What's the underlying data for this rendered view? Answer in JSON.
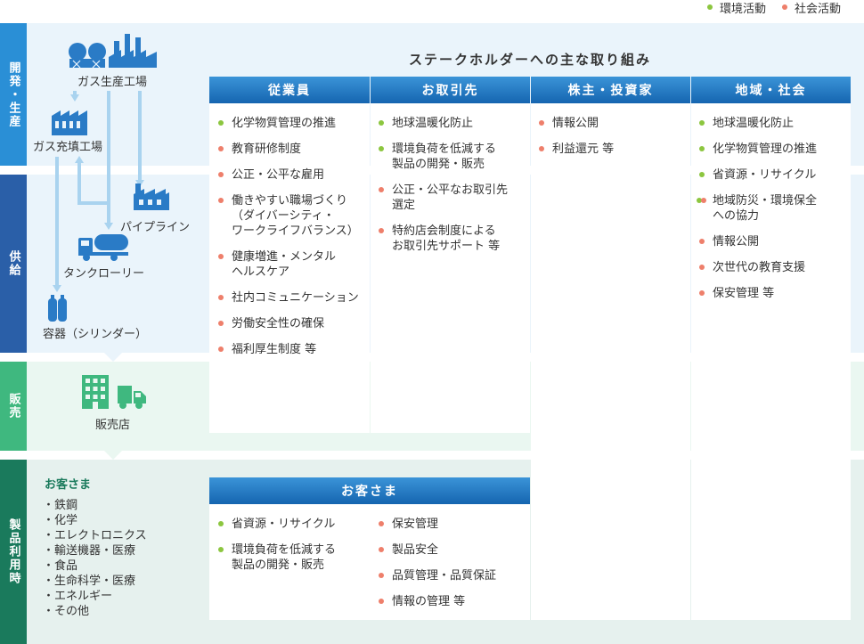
{
  "legend": {
    "env": "環境活動",
    "social": "社会活動",
    "env_color": "#8cc63f",
    "social_color": "#ee7f6b"
  },
  "stages": {
    "dev": "開発・生産",
    "supply": "供給",
    "sales": "販売",
    "use": "製品利用時"
  },
  "colors": {
    "stage_blue": "#2a8fd6",
    "stage_navy": "#2a5fa8",
    "stage_green": "#3fb87f",
    "stage_dark": "#1a7a5c"
  },
  "flow": {
    "gas_plant": "ガス生産工場",
    "filling_plant": "ガス充填工場",
    "pipeline": "パイプライン",
    "tank_lorry": "タンクローリー",
    "cylinder": "容器（シリンダー）",
    "dealer": "販売店"
  },
  "title": "ステークホルダーへの主な取り組み",
  "columns": [
    {
      "header": "従業員",
      "items": [
        {
          "text": "化学物質管理の推進",
          "type": "env"
        },
        {
          "text": "教育研修制度",
          "type": "social"
        },
        {
          "text": "公正・公平な雇用",
          "type": "social"
        },
        {
          "text": "働きやすい職場づくり\n（ダイバーシティ・\nワークライフバランス）",
          "type": "social"
        },
        {
          "text": "健康増進・メンタル\nヘルスケア",
          "type": "social"
        },
        {
          "text": "社内コミュニケーション",
          "type": "social"
        },
        {
          "text": "労働安全性の確保",
          "type": "social"
        },
        {
          "text": "福利厚生制度 等",
          "type": "social"
        }
      ]
    },
    {
      "header": "お取引先",
      "items": [
        {
          "text": "地球温暖化防止",
          "type": "env"
        },
        {
          "text": "環境負荷を低減する\n製品の開発・販売",
          "type": "env"
        },
        {
          "text": "公正・公平なお取引先\n選定",
          "type": "social"
        },
        {
          "text": "特約店会制度による\nお取引先サポート 等",
          "type": "social"
        }
      ]
    },
    {
      "header": "株主・投資家",
      "items": [
        {
          "text": "情報公開",
          "type": "social"
        },
        {
          "text": "利益還元 等",
          "type": "social"
        }
      ]
    },
    {
      "header": "地域・社会",
      "items": [
        {
          "text": "地球温暖化防止",
          "type": "env"
        },
        {
          "text": "化学物質管理の推進",
          "type": "env"
        },
        {
          "text": "省資源・リサイクル",
          "type": "env"
        },
        {
          "text": "地域防災・環境保全\nへの協力",
          "type": "both"
        },
        {
          "text": "情報公開",
          "type": "social"
        },
        {
          "text": "次世代の教育支援",
          "type": "social"
        },
        {
          "text": "保安管理 等",
          "type": "social"
        }
      ]
    }
  ],
  "customers": {
    "title": "お客さま",
    "list": [
      "・鉄鋼",
      "・化学",
      "・エレクトロニクス",
      "・輸送機器・医療",
      "・食品",
      "・生命科学・医療",
      "・エネルギー",
      "・その他"
    ],
    "header": "お客さま",
    "left_items": [
      {
        "text": "省資源・リサイクル",
        "type": "env"
      },
      {
        "text": "環境負荷を低減する\n製品の開発・販売",
        "type": "env"
      }
    ],
    "right_items": [
      {
        "text": "保安管理",
        "type": "social"
      },
      {
        "text": "製品安全",
        "type": "social"
      },
      {
        "text": "品質管理・品質保証",
        "type": "social"
      },
      {
        "text": "情報の管理 等",
        "type": "social"
      }
    ]
  }
}
